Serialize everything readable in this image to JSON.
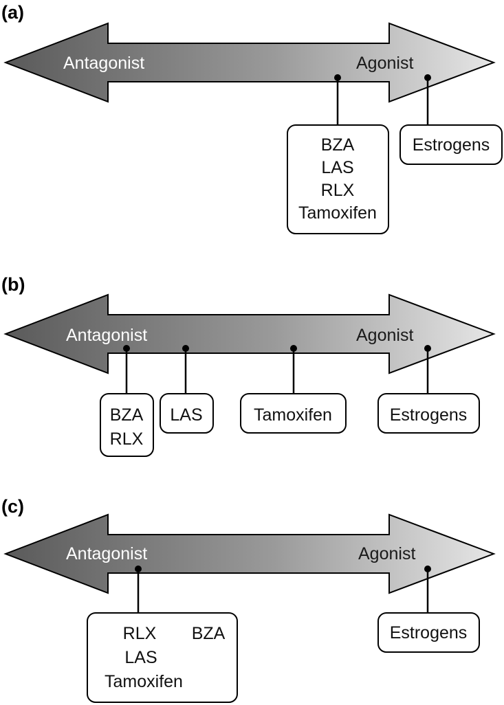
{
  "panels": [
    {
      "label": "(a)",
      "antagonist_label": "Antagonist",
      "agonist_label": "Agonist",
      "groups": [
        {
          "lines": [
            "BZA",
            "LAS",
            "RLX",
            "Tamoxifen"
          ]
        },
        {
          "lines": [
            "Estrogens"
          ]
        }
      ]
    },
    {
      "label": "(b)",
      "antagonist_label": "Antagonist",
      "agonist_label": "Agonist",
      "groups": [
        {
          "lines": [
            "BZA",
            "RLX"
          ]
        },
        {
          "lines": [
            "LAS"
          ]
        },
        {
          "lines": [
            "Tamoxifen"
          ]
        },
        {
          "lines": [
            "Estrogens"
          ]
        }
      ]
    },
    {
      "label": "(c)",
      "antagonist_label": "Antagonist",
      "agonist_label": "Agonist",
      "groups": [
        {
          "lines": [
            "RLX",
            "BZA",
            "LAS",
            "Tamoxifen"
          ]
        },
        {
          "lines": [
            "Estrogens"
          ]
        }
      ]
    }
  ],
  "colors": {
    "arrow_dark": "#5a5a5a",
    "arrow_light": "#e6e6e6",
    "outline": "#000000",
    "box_fill": "#ffffff"
  }
}
